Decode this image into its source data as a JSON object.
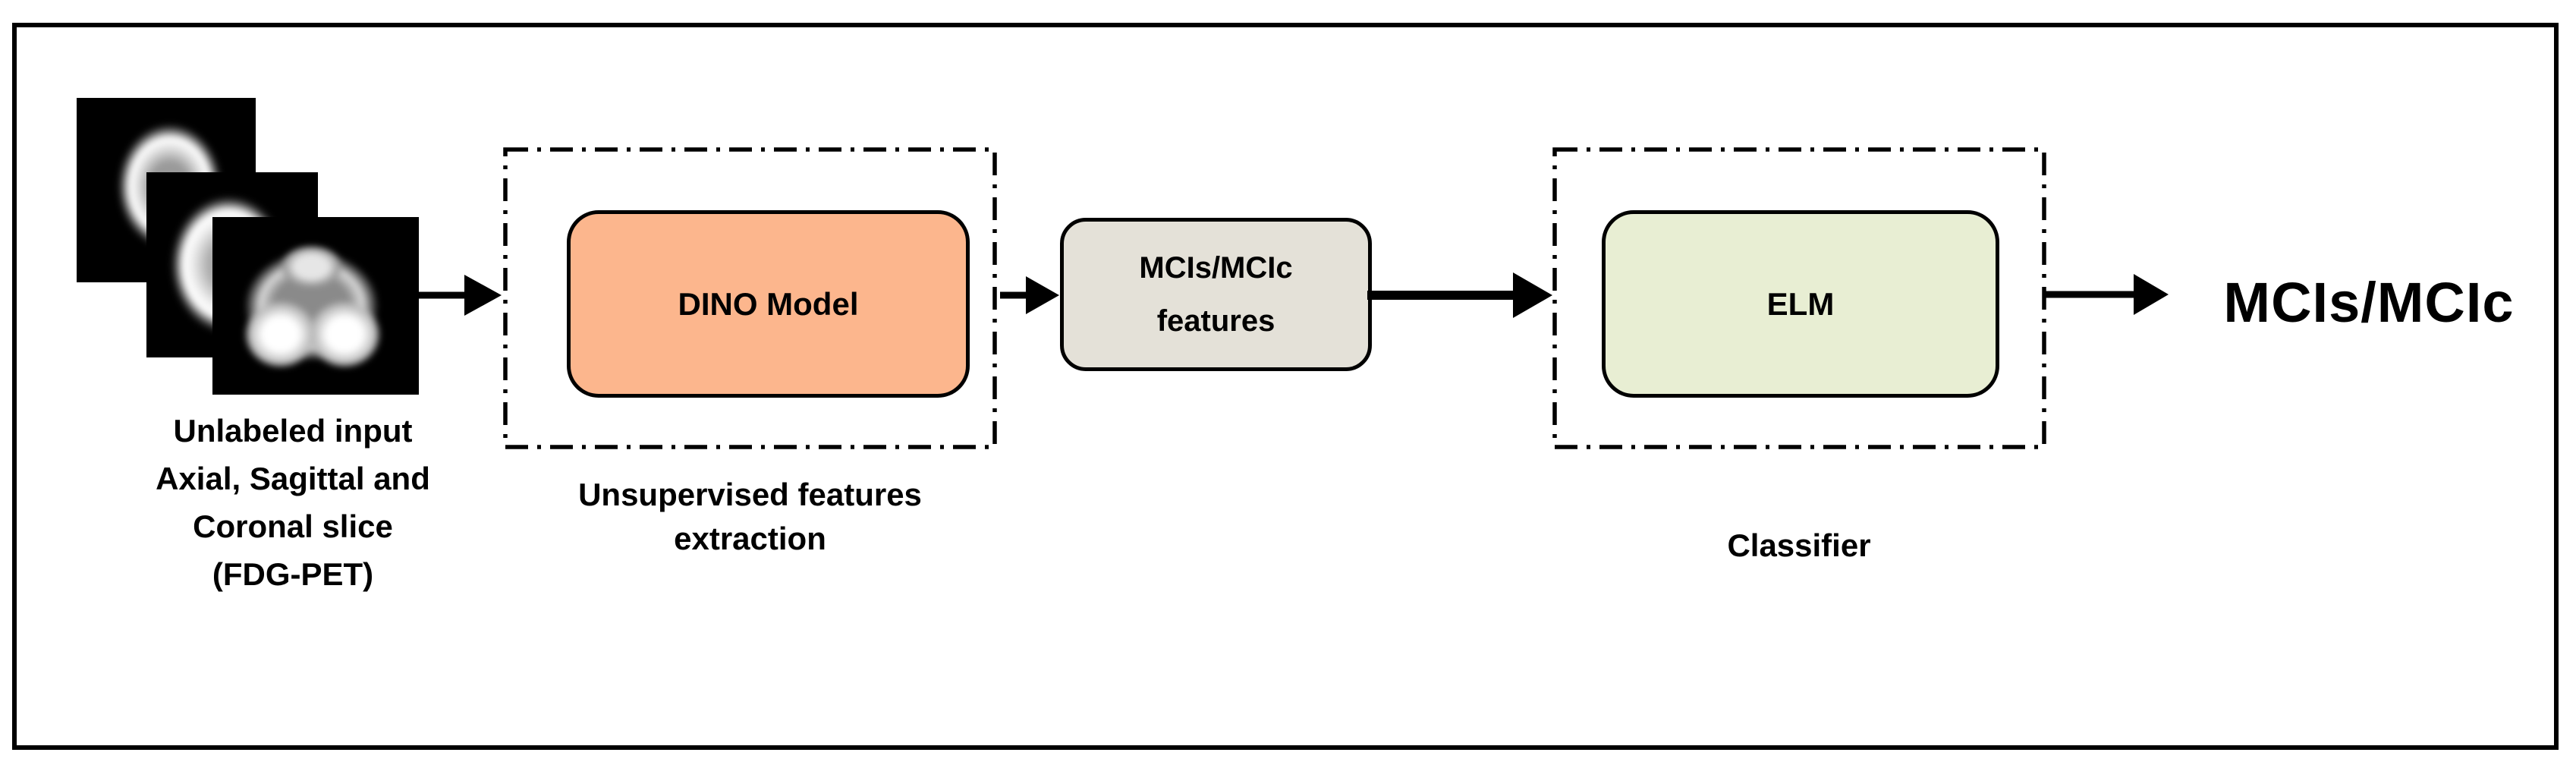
{
  "diagram": {
    "title_hint": "FDG-PET MCI classification pipeline",
    "colors": {
      "frame_border": "#000000",
      "background": "#FFFFFF",
      "dino_box_fill": "#FCB68D",
      "features_box_fill": "#E4E1D8",
      "elm_box_fill": "#E8EED3",
      "slice_background": "#000000",
      "arrow": "#000000"
    },
    "input": {
      "slice_icons": [
        "axial-brain-slice",
        "sagittal-brain-slice",
        "coronal-brain-slice"
      ],
      "caption_lines": [
        "Unlabeled input",
        "Axial, Sagittal and",
        "Coronal slice",
        "(FDG-PET)"
      ]
    },
    "stage_unsupervised": {
      "box_label": "DINO Model",
      "container_label_line1": "Unsupervised features",
      "container_label_line2": "extraction"
    },
    "stage_features": {
      "box_label_line1": "MCIs/MCIc",
      "box_label_line2": "features"
    },
    "stage_classifier": {
      "box_label": "ELM",
      "container_label": "Classifier"
    },
    "output": {
      "label": "MCIs/MCIc"
    },
    "flow_arrow_icons": [
      "right-arrow-input-to-dino",
      "right-arrow-dino-to-features",
      "right-arrow-features-to-elm",
      "right-arrow-elm-to-output"
    ]
  }
}
